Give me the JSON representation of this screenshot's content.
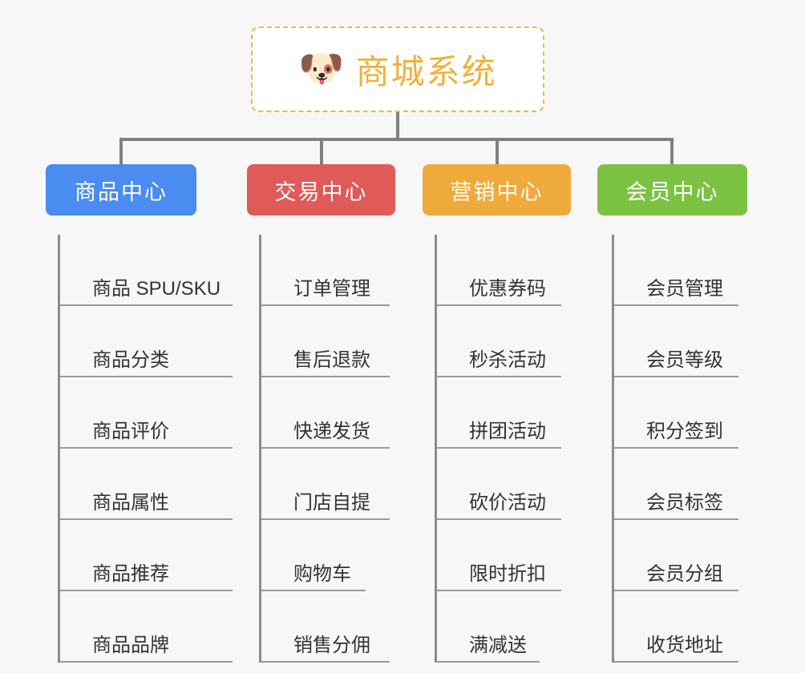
{
  "page": {
    "background_color": "#f7f7f7",
    "type": "org-chart"
  },
  "root": {
    "icon": "dog-face-emoji",
    "emoji": "🐶",
    "title": "商城系统",
    "title_color": "#f0b13a",
    "border_color": "#f0b840",
    "background_color": "#ffffff"
  },
  "connector": {
    "color": "#808080"
  },
  "columns": [
    {
      "id": "product-center",
      "header": "商品中心",
      "color": "#4a8cf0",
      "items": [
        "商品 SPU/SKU",
        "商品分类",
        "商品评价",
        "商品属性",
        "商品推荐",
        "商品品牌"
      ]
    },
    {
      "id": "trade-center",
      "header": "交易中心",
      "color": "#e05a5a",
      "items": [
        "订单管理",
        "售后退款",
        "快递发货",
        "门店自提",
        "购物车",
        "销售分佣"
      ]
    },
    {
      "id": "marketing-center",
      "header": "营销中心",
      "color": "#eeab3c",
      "items": [
        "优惠券码",
        "秒杀活动",
        "拼团活动",
        "砍价活动",
        "限时折扣",
        "满减送"
      ]
    },
    {
      "id": "member-center",
      "header": "会员中心",
      "color": "#7bc243",
      "items": [
        "会员管理",
        "会员等级",
        "积分签到",
        "会员标签",
        "会员分组",
        "收货地址"
      ]
    }
  ]
}
